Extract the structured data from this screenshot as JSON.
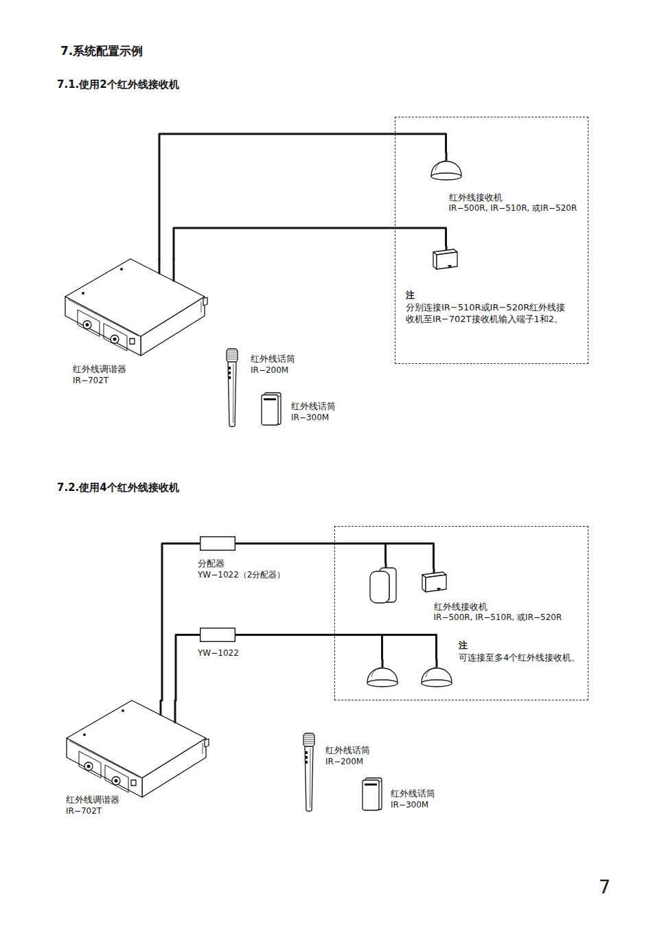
{
  "diagram": {
    "title": "7.系统配置示例",
    "nodes": [
      {
        "text": [
          "注",
          "分别连接IR−510R或IR−520R红外线接收机至IR−702T接收机输入端子1和2。"
        ]
      },
      {
        "text": [
          "红外线接收机",
          "IR−500R, IR−510R, 或IR−520R"
        ],
        "in": 0
      },
      {
        "text": [],
        "in": 0
      },
      {
        "text": [
          "红外线调谐器",
          "IR−702T"
        ]
      },
      {
        "text": [
          "红外线话筒",
          "IR−200M"
        ]
      },
      {
        "text": [
          "红外线话筒",
          "IR−300M"
        ]
      },
      {
        "text": [
          "注",
          "可连接至多4个红外线接收机。"
        ]
      },
      {
        "text": [
          "分配器",
          "YW−1022（2分配器）"
        ]
      },
      {
        "text": [],
        "in": 6
      },
      {
        "text": [
          "红外线接收机",
          "IR−500R, IR−510R, 或IR−520R"
        ],
        "in": 6
      },
      {
        "text": [
          "YW−1022"
        ]
      },
      {
        "text": [],
        "in": 6
      },
      {
        "text": [],
        "in": 6
      },
      {
        "text": [
          "红外线调谐器",
          "IR−702T"
        ]
      },
      {
        "text": [
          "红外线话筒",
          "IR−200M"
        ]
      },
      {
        "text": [
          "红外线话筒",
          "IR−300M"
        ]
      }
    ],
    "edges": [
      {
        "from": 3,
        "to": 1,
        "arrow": "none"
      },
      {
        "from": 3,
        "to": 2,
        "arrow": "none"
      },
      {
        "from": 13,
        "to": 7,
        "arrow": "none"
      },
      {
        "from": 7,
        "to": 8,
        "arrow": "none"
      },
      {
        "from": 7,
        "to": 9,
        "arrow": "none"
      },
      {
        "from": 13,
        "to": 10,
        "arrow": "none"
      },
      {
        "from": 10,
        "to": 11,
        "arrow": "none"
      },
      {
        "from": 10,
        "to": 12,
        "arrow": "none"
      }
    ],
    "labels": [
      "7.1.使用2个红外线接收机",
      "7.2.使用4个红外线接收机",
      "7"
    ]
  }
}
